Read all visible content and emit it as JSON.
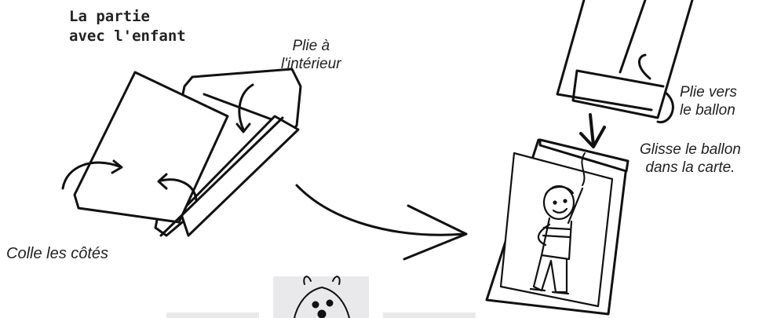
{
  "title": {
    "line1": "La partie",
    "line2": "avec l'enfant"
  },
  "annotations": {
    "fold_inside": {
      "line1": "Plie à",
      "line2": "l'intérieur"
    },
    "glue_sides": "Colle les côtés",
    "fold_toward_balloon": {
      "line1": "Plie vers",
      "line2": "le ballon"
    },
    "slide_balloon": {
      "line1": "Glisse le ballon",
      "line2": "dans la carte."
    }
  },
  "colors": {
    "ink": "#111111",
    "background": "#ffffff",
    "paper_gray": "#e9e9ec"
  },
  "icons": [
    "curved-arrow-icon",
    "down-arrow-icon",
    "balloon-icon",
    "child-figure-icon",
    "giraffe-icon"
  ]
}
